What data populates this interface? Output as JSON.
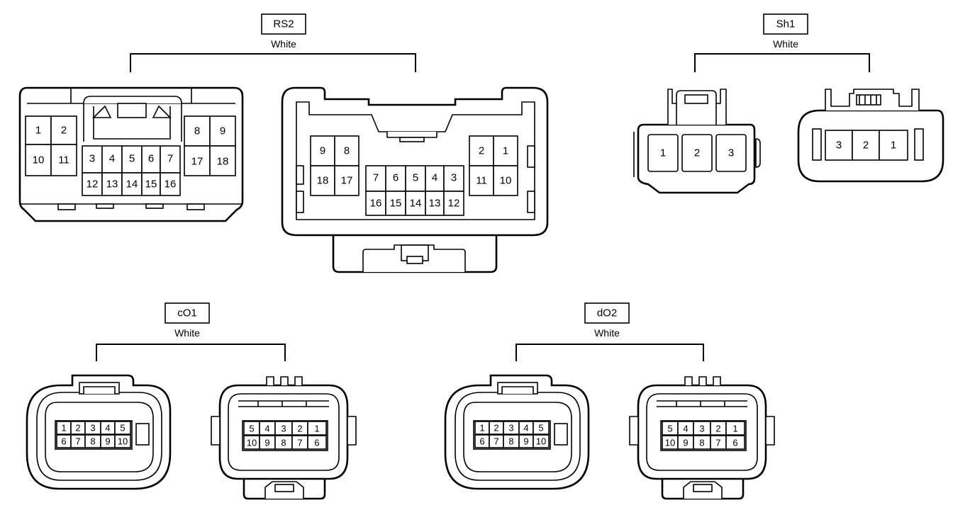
{
  "connectors": [
    {
      "code": "RS2",
      "color": "White",
      "views": [
        {
          "pins": [
            [
              "1",
              "2"
            ],
            [
              "10",
              "11"
            ],
            [
              "3",
              "4",
              "5",
              "6",
              "7"
            ],
            [
              "12",
              "13",
              "14",
              "15",
              "16"
            ],
            [
              "8",
              "9"
            ],
            [
              "17",
              "18"
            ]
          ]
        },
        {
          "pins": [
            [
              "9",
              "8"
            ],
            [
              "18",
              "17"
            ],
            [
              "7",
              "6",
              "5",
              "4",
              "3"
            ],
            [
              "16",
              "15",
              "14",
              "13",
              "12"
            ],
            [
              "2",
              "1"
            ],
            [
              "11",
              "10"
            ]
          ]
        }
      ]
    },
    {
      "code": "Sh1",
      "color": "White",
      "views": [
        {
          "pins": [
            [
              "1",
              "2",
              "3"
            ]
          ]
        },
        {
          "pins": [
            [
              "3",
              "2",
              "1"
            ]
          ]
        }
      ]
    },
    {
      "code": "cO1",
      "color": "White",
      "views": [
        {
          "pins": [
            [
              "1",
              "2",
              "3",
              "4",
              "5"
            ],
            [
              "6",
              "7",
              "8",
              "9",
              "10"
            ]
          ]
        },
        {
          "pins": [
            [
              "5",
              "4",
              "3",
              "2",
              "1"
            ],
            [
              "10",
              "9",
              "8",
              "7",
              "6"
            ]
          ]
        }
      ]
    },
    {
      "code": "dO2",
      "color": "White",
      "views": [
        {
          "pins": [
            [
              "1",
              "2",
              "3",
              "4",
              "5"
            ],
            [
              "6",
              "7",
              "8",
              "9",
              "10"
            ]
          ]
        },
        {
          "pins": [
            [
              "5",
              "4",
              "3",
              "2",
              "1"
            ],
            [
              "10",
              "9",
              "8",
              "7",
              "6"
            ]
          ]
        }
      ]
    }
  ]
}
